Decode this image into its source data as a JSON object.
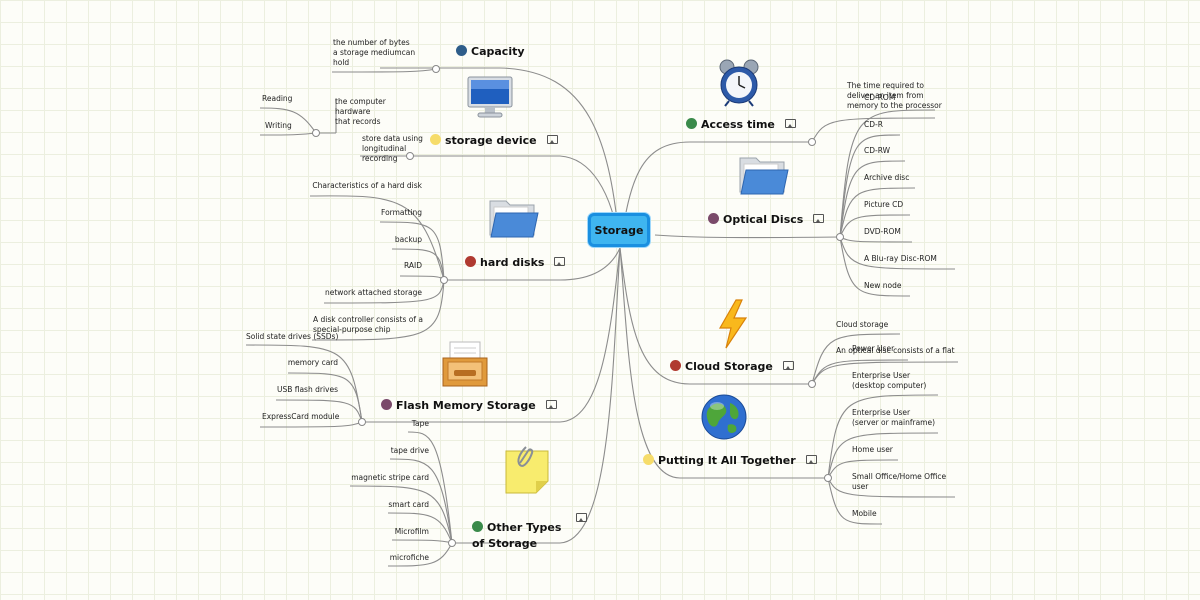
{
  "center": {
    "label": "Storage"
  },
  "topics": {
    "capacity": {
      "label": "Capacity",
      "dot": "#2e5d8a"
    },
    "storage_device": {
      "label": "storage device",
      "dot": "#f6dc6a"
    },
    "hard_disks": {
      "label": "hard disks",
      "dot": "#b03a30"
    },
    "flash": {
      "label": "Flash  Memory Storage",
      "dot": "#7a4a6a"
    },
    "other_types": {
      "label": "Other Types\nof  Storage",
      "dot": "#3a8a4a"
    },
    "access_time": {
      "label": "Access time",
      "dot": "#3a8a4a"
    },
    "optical_discs": {
      "label": "Optical Discs",
      "dot": "#7a4a6a"
    },
    "cloud_storage": {
      "label": "Cloud  Storage",
      "dot": "#b03a30"
    },
    "putting_together": {
      "label": "Putting It All  Together",
      "dot": "#f6dc6a"
    }
  },
  "leaves": {
    "capacity": [
      "the number of bytes\na storage mediumcan\nhold"
    ],
    "storage_device": [
      "the computer\nhardware\nthat records",
      "Reading",
      "Writing"
    ],
    "hard_disks": [
      "store data using\nlongitudinal\nrecording",
      "Characteristics of a hard disk",
      "Formatting",
      "backup",
      "RAID",
      "network attached storage",
      "A disk controller consists of a\nspecial‐purpose chip"
    ],
    "flash": [
      "Solid state drives (SSDs)",
      "memory card",
      "USB flash drives",
      "ExpressCard module"
    ],
    "other_types": [
      "Tape",
      "tape drive",
      "magnetic stripe card",
      "smart card",
      "Microfilm",
      "microfiche"
    ],
    "access_time": [
      "The time required to\ndeliver an item from\nmemory to the processor"
    ],
    "optical_discs": [
      "CD‐ROM",
      "CD‐R",
      "CD‐RW",
      "Archive disc",
      "Picture CD",
      "DVD‐ROM",
      "A Blu‐ray Disc‐ROM",
      "New node"
    ],
    "cloud_storage": [
      "Cloud storage",
      "Power User",
      "An optical disc consists of a flat"
    ],
    "putting_together": [
      "Enterprise User\n(desktop computer)",
      "Enterprise User\n(server or mainframe)",
      "Home user",
      "Small Office/Home Office\nuser",
      "Mobile"
    ]
  },
  "icons": [
    "monitor-icon",
    "alarm-clock-icon",
    "folder-icon",
    "folder-icon",
    "lightning-icon",
    "inbox-tray-icon",
    "globe-icon",
    "sticky-note-paperclip-icon"
  ]
}
